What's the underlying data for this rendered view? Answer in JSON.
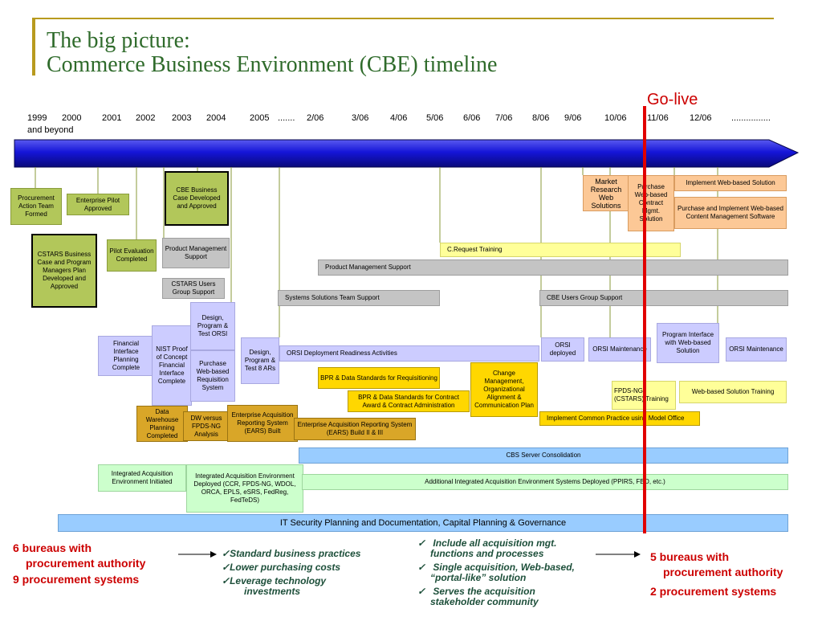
{
  "title": {
    "line1": "The big picture:",
    "line2": "Commerce Business Environment (CBE) timeline"
  },
  "go_live": "Go-live",
  "timeline": {
    "years": [
      "1999",
      "2000",
      "2001",
      "2002",
      "2003",
      "2004",
      "2005",
      ".......",
      "2/06",
      "3/06",
      "4/06",
      "5/06",
      "6/06",
      "7/06",
      "8/06",
      "9/06",
      "10/06",
      "11/06",
      "12/06",
      "................"
    ],
    "and_beyond": "and beyond"
  },
  "boxes": {
    "procurement_action": "Procurement Action Team Formed",
    "enterprise_pilot": "Enterprise Pilot Approved",
    "cbe_business_case": "CBE Business Case Developed and Approved",
    "cstars_business_case": "CSTARS Business Case and Program Managers Plan Developed and Approved",
    "pilot_evaluation": "Pilot Evaluation Completed",
    "product_mgmt_support_box": "Product Management Support",
    "cstars_users_group": "CSTARS Users Group Support",
    "design_program_orsi": "Design, Program & Test ORSI",
    "nist_proof": "NIST Proof of Concept Financial Interface Complete",
    "purchase_web_req": "Purchase Web-based Requisition System",
    "design_program_ars": "Design, Program & Test 8 ARs",
    "financial_interface": "Financial Interface Planning Complete",
    "data_warehouse": "Data Warehouse Planning Completed",
    "dw_versus": "DW versus FPDS-NG Analysis",
    "ears_built": "Enterprise Acquisition Reporting System (EARS) Built",
    "ears_build2": "Enterprise Acquisition Reporting System (EARS) Build II & III",
    "bpr_req": "BPR & Data Standards for Requisitioning",
    "bpr_contract": "BPR & Data Standards for Contract Award & Contract Administration",
    "change_mgmt": "Change Management, Organizational Alignment & Communication Plan",
    "market_research": "Market Research Web Solutions",
    "purchase_web_contract": "Purchase Web-based Contract Mgmt. Solution",
    "implement_web": "Implement Web-based Solution",
    "purchase_implement_web": "Purchase and Implement Web-based Content Management Software",
    "orsi_deployed": "ORSI deployed",
    "orsi_maintenance_1": "ORSI Maintenance",
    "program_interface": "Program Interface with Web-based Solution",
    "orsi_maintenance_2": "ORSI Maintenance",
    "fpds_training": "FPDS-NG (CSTARS) Training",
    "web_solution_training": "Web-based Solution Training",
    "iae_initiated": "Integrated Acquisition Environment Initiated",
    "iae_deployed": "Integrated Acquisition Environment Deployed (CCR, FPDS-NG, WDOL, ORCA, EPLS, eSRS, FedReg, FedTeDS)"
  },
  "bars": {
    "c_request_training": "C.Request Training",
    "product_mgmt_support": "Product Management Support",
    "systems_solutions": "Systems Solutions Team Support",
    "cbe_users_group": "CBE Users Group Support",
    "orsi_deployment": "ORSI Deployment Readiness Activities",
    "common_practice": "Implement Common Practice using Model Office",
    "cbs_server": "CBS Server Consolidation",
    "additional_iae": "Additional Integrated Acquisition Environment Systems Deployed (PPIRS, FBO, etc.)",
    "it_security": "IT Security Planning and Documentation, Capital Planning & Governance"
  },
  "summary": {
    "left_1": "6 bureaus with",
    "left_1b": "procurement authority",
    "left_2": "9 procurement systems",
    "mid_left": [
      "Standard business practices",
      "Lower purchasing costs",
      "Leverage technology",
      "investments"
    ],
    "mid_right": [
      "Include all acquisition mgt.",
      "functions and processes",
      "Single acquisition, Web-based,",
      "“portal-like” solution",
      "Serves the acquisition",
      "stakeholder community"
    ],
    "right_1": "5 bureaus with",
    "right_1b": "procurement authority",
    "right_2": "2 procurement systems",
    "check_glyph": "✓"
  },
  "colors": {
    "title_green": "#2f6b2b",
    "arrow_blue": "#1a1ad6",
    "go_live_red": "#cc0000",
    "header_rule_gold": "#b89a1e"
  }
}
